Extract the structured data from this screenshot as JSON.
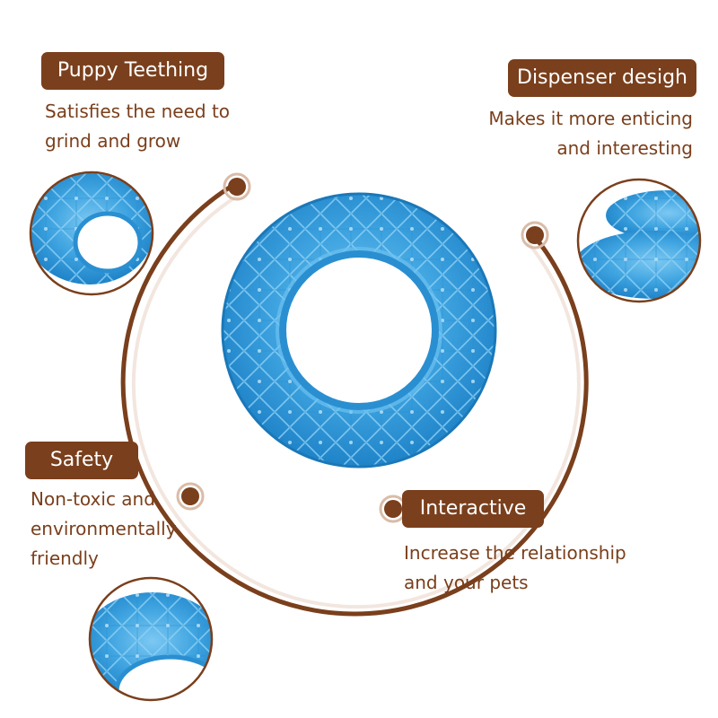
{
  "colors": {
    "accent_brown": "#7a3f1c",
    "toy_blue": "#3fa4e0",
    "toy_blue_dark": "#1f83c8",
    "badge_text": "#ffffff"
  },
  "features": {
    "puppy_teething": {
      "title": "Puppy Teething",
      "description": "Satisfies the need to\ngrind and grow"
    },
    "dispenser_design": {
      "title": "Dispenser desigh",
      "description": "Makes it more enticing\nand interesting"
    },
    "safety": {
      "title": "Safety",
      "description": "Non-toxic and\nenvironmentally\nfriendly"
    },
    "interactive": {
      "title": "Interactive",
      "description": "Increase the relationship\nand your pets"
    }
  },
  "icons": {
    "main": "ring-toy-icon",
    "detail_1": "ring-toy-closeup-icon",
    "detail_2": "ring-toy-stack-icon",
    "detail_3": "ring-toy-texture-icon"
  }
}
